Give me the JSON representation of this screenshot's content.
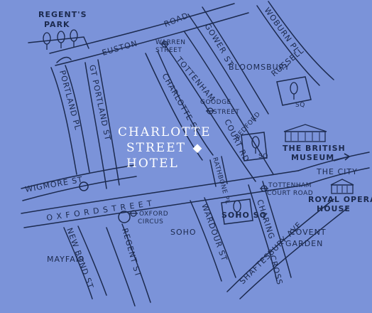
{
  "colors": {
    "background": "#7b93d9",
    "ink": "#1c2a4e",
    "hotel": "#ffffff"
  },
  "labels": {
    "regents_park_1": "REGENT'S",
    "regents_park_2": "PARK",
    "euston_road_1": "EUSTON",
    "euston_road_2": "ROAD",
    "warren_street_1": "WARREN",
    "warren_street_2": "STREET",
    "gower_st_1": "GOWER",
    "gower_st_2": "ST",
    "woburn_pl": "WOBURN PL",
    "bloomsbury": "BLOOMSBURY",
    "russell_sq_1": "RUSSELL",
    "russell_sq_2": "SQ",
    "tottenham": "TOTTENHAM",
    "charlotte_st": "CHARLOTTE ST",
    "goodge_street_1": "GOODGE",
    "goodge_street_2": "STREET",
    "court_rd": "COURT RD",
    "bedford_sq_1": "BEDFORD",
    "bedford_sq_2": "SQ",
    "british_museum_1": "THE BRITISH",
    "british_museum_2": "MUSEUM",
    "gt_portland_st": "GT PORTLAND ST",
    "portland_pl": "PORTLAND PL",
    "hotel_1": "CHARLOTTE",
    "hotel_2": "STREET",
    "hotel_3": "HOTEL",
    "rathbone_pl": "RATHBONE PL",
    "the_city": "THE CITY",
    "wigmore_st": "WIGMORE ST",
    "oxford_street": "O X F O R D   S T R E E T",
    "tottenham_court_road_1": "TOTTENHAM",
    "tottenham_court_road_2": "COURT ROAD",
    "royal_opera_house_1": "ROYAL OPERA",
    "royal_opera_house_2": "HOUSE",
    "oxford_circus_1": "OXFORD",
    "oxford_circus_2": "CIRCUS",
    "soho_sq": "SOHO SQ",
    "soho": "SOHO",
    "wardour_st": "WARDOUR ST",
    "charing_cross_1": "CHARING",
    "charing_cross_2": "CROSS",
    "covent_garden_1": "COVENT",
    "covent_garden_2": "GARDEN",
    "new_bond_st": "NEW BOND ST",
    "regent_st": "REGENT ST",
    "shaftesbury_ave": "SHAFTESBURY AVE",
    "mayfair": "MAYFAIR"
  },
  "icons": [
    "tree-icon",
    "underground-station-icon",
    "museum-building-icon",
    "opera-house-icon",
    "arrow-right-icon",
    "hotel-marker-icon"
  ]
}
